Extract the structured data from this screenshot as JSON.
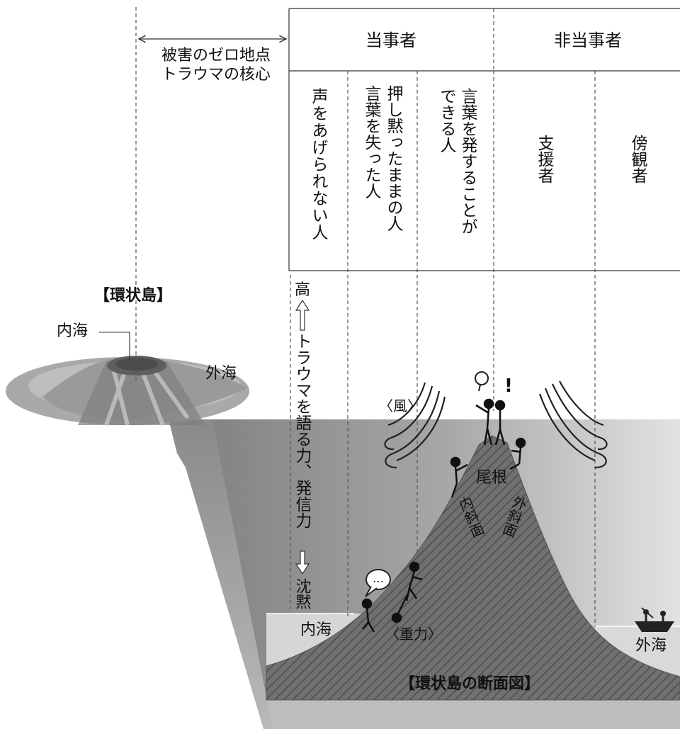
{
  "header": {
    "ground_zero_line1": "被害のゼロ地点",
    "ground_zero_line2": "トラウマの核心",
    "party": "当事者",
    "non_party": "非当事者"
  },
  "columns": {
    "col1": "声をあげられない人",
    "col2_a": "押し黙ったままの人",
    "col2_b": "言葉を失った人",
    "col3_a": "言葉を発することが",
    "col3_b": "できる人",
    "col4": "支援者",
    "col5": "傍観者"
  },
  "left_island": {
    "title": "【環状島】",
    "inner_sea": "内海",
    "outer_sea": "外海"
  },
  "scale": {
    "high": "高",
    "label": "トラウマを語る力、発信力",
    "low": "沈黙"
  },
  "cross_section": {
    "wind": "〈風〉",
    "ridge": "尾根",
    "inner_slope": "内斜面",
    "outer_slope": "外斜面",
    "inner_sea": "内海",
    "outer_sea": "外海",
    "gravity": "〈重力〉",
    "title": "【環状島の断面図】",
    "speech_dots": "…",
    "exclaim": "!"
  },
  "colors": {
    "sea_dark": "#8c8c8c",
    "sea_light": "#d4d4d4",
    "mountain": "#6e6e6e",
    "hatch": "#4a4a4a",
    "line": "#333333"
  }
}
